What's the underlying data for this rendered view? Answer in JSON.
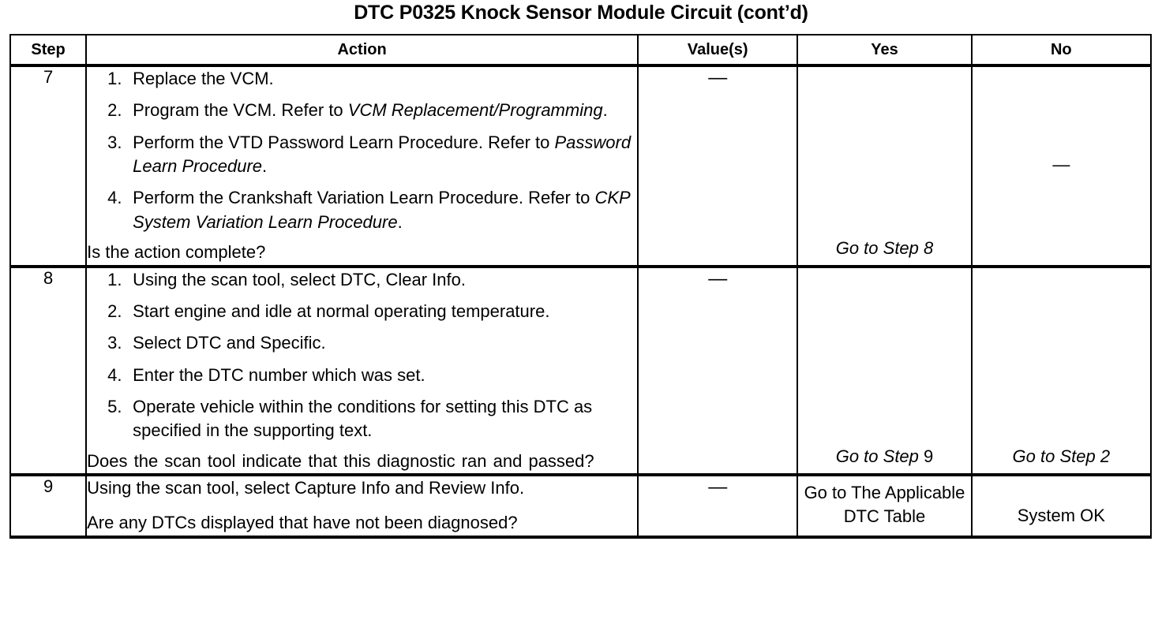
{
  "document": {
    "title": "DTC P0325 Knock Sensor Module Circuit (cont’d)"
  },
  "table": {
    "headers": {
      "step": "Step",
      "action": "Action",
      "value": "Value(s)",
      "yes": "Yes",
      "no": "No"
    },
    "dash": "—",
    "rows": [
      {
        "step": "7",
        "actions": [
          {
            "num": "1.",
            "text": "Replace the VCM."
          },
          {
            "num": "2.",
            "text_plain": "Program the VCM. Refer to ",
            "text_italic": "VCM Replacement/Programming",
            "text_tail": "."
          },
          {
            "num": "3.",
            "text_plain": "Perform the VTD Password Learn Procedure. Refer to ",
            "text_italic": "Password Learn Procedure",
            "text_tail": "."
          },
          {
            "num": "4.",
            "text_plain": "Perform the Crankshaft Variation Learn Procedure. Refer to ",
            "text_italic": "CKP System Variation Learn Procedure",
            "text_tail": "."
          }
        ],
        "question": "Is the action complete?",
        "value": "—",
        "yes": "Go to Step 8",
        "yes_upright_suffix": "",
        "no": "—"
      },
      {
        "step": "8",
        "actions": [
          {
            "num": "1.",
            "text": "Using the scan tool, select DTC, Clear Info."
          },
          {
            "num": "2.",
            "text": "Start engine and idle at normal operating temperature."
          },
          {
            "num": "3.",
            "text": "Select DTC and Specific."
          },
          {
            "num": "4.",
            "text": "Enter the DTC number which was set."
          },
          {
            "num": "5.",
            "text": "Operate vehicle within the conditions for setting this DTC as specified in the supporting text."
          }
        ],
        "question": "Does the scan tool indicate that this diagnostic ran and passed?",
        "value": "—",
        "yes": "Go to Step ",
        "yes_upright_suffix": "9",
        "no": "Go to Step 2"
      },
      {
        "step": "9",
        "line1": "Using the scan tool, select Capture Info and Review Info.",
        "line2": "Are any DTCs displayed that have not been diagnosed?",
        "value": "—",
        "yes": "Go to The Applicable DTC Table",
        "no": "System OK"
      }
    ]
  }
}
